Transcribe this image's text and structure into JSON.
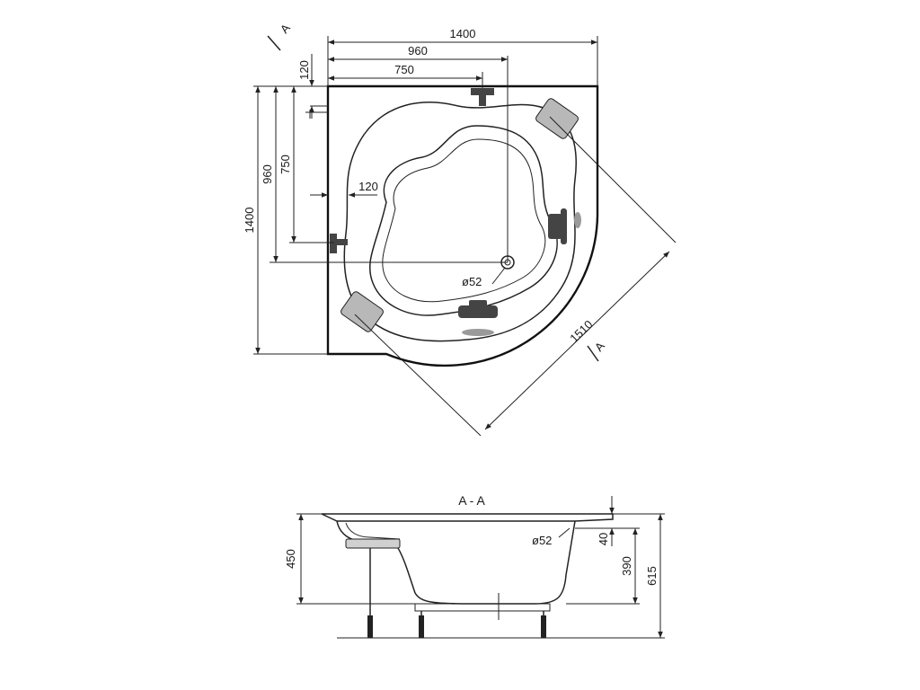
{
  "plan_view": {
    "section_mark_top": "A",
    "section_mark_bottom": "A",
    "dim_overall_width": "1400",
    "dim_width_960": "960",
    "dim_width_750": "750",
    "dim_offset_120_top": "120",
    "dim_overall_height": "1400",
    "dim_height_960": "960",
    "dim_height_750": "750",
    "dim_offset_120_side": "120",
    "dim_drain": "ø52",
    "dim_diagonal": "1510"
  },
  "section_view": {
    "title": "A - A",
    "dim_height_450": "450",
    "dim_drain": "ø52",
    "dim_rim_40": "40",
    "dim_depth_390": "390",
    "dim_total_615": "615"
  },
  "colors": {
    "line": "#111111",
    "headrest_fill": "#b8b8b8",
    "fitting_fill": "#444444",
    "handle_fill": "#9a9a9a"
  }
}
